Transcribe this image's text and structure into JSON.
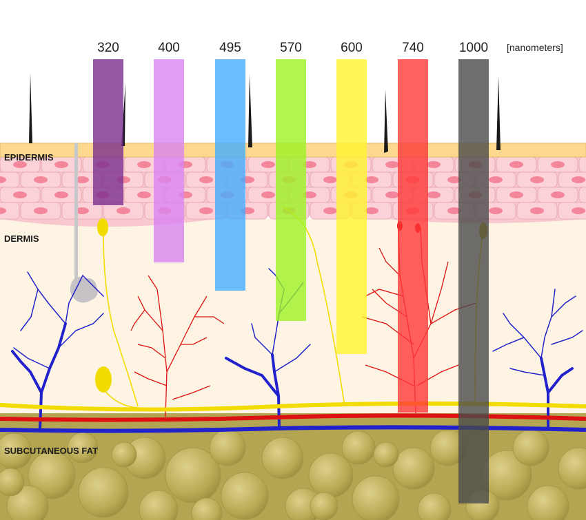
{
  "unit_label": "[nanometers]",
  "layers": {
    "epidermis": "EPIDERMIS",
    "dermis": "DERMIS",
    "subcutaneous": "SUBCUTANEOUS FAT"
  },
  "wavelengths": [
    {
      "label": "320",
      "color": "#7b2e8e"
    },
    {
      "label": "400",
      "color": "#d985f0"
    },
    {
      "label": "495",
      "color": "#45acff"
    },
    {
      "label": "570",
      "color": "#9ef224"
    },
    {
      "label": "600",
      "color": "#fff430"
    },
    {
      "label": "740",
      "color": "#ff3838"
    },
    {
      "label": "1000",
      "color": "#4a4a4a"
    }
  ],
  "colors": {
    "epidermis_top": "#fcd98e",
    "cell_layer": "#f9c8cf",
    "cell_nucleus": "#f3869b",
    "dermis": "#fdf4e3",
    "fat_background": "#b9ab57",
    "fat_globule": "#c9bb62",
    "vein": "#2222cc",
    "artery": "#dd1111",
    "nerve": "#f2dc00"
  }
}
